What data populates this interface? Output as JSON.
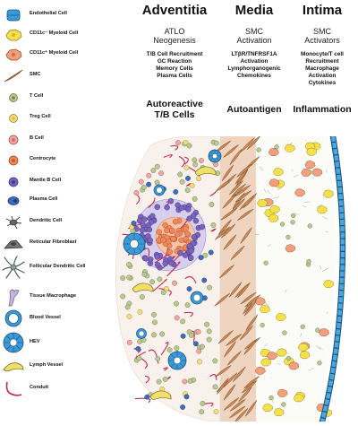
{
  "legend": [
    {
      "icon": "endothelial-cell-icon",
      "label": "Endothelial Cell"
    },
    {
      "icon": "cd11c-neg-myeloid-cell-icon",
      "label": "CD11c⁻ Myeloid Cell"
    },
    {
      "icon": "cd11c-pos-myeloid-cell-icon",
      "label": "CD11c⁺ Myeloid Cell"
    },
    {
      "icon": "smc-icon",
      "label": "SMC"
    },
    {
      "icon": "t-cell-icon",
      "label": "T Cell"
    },
    {
      "icon": "treg-cell-icon",
      "label": "Treg Cell"
    },
    {
      "icon": "b-cell-icon",
      "label": "B Cell"
    },
    {
      "icon": "centrocyte-icon",
      "label": "Centrocyte"
    },
    {
      "icon": "mantle-b-cell-icon",
      "label": "Mantle B Cell"
    },
    {
      "icon": "plasma-cell-icon",
      "label": "Plasma Cell"
    },
    {
      "icon": "dendritic-cell-icon",
      "label": "Dendritic Cell"
    },
    {
      "icon": "reticular-fibroblast-icon",
      "label": "Reticular Fibroblast"
    },
    {
      "icon": "follicular-dendritic-cell-icon",
      "label": "Follicular Dendritic Cell"
    },
    {
      "icon": "tissue-macrophage-icon",
      "label": "Tissue Macrophage"
    },
    {
      "icon": "blood-vessel-icon",
      "label": "Blood Vessel"
    },
    {
      "icon": "hev-icon",
      "label": "HEV"
    },
    {
      "icon": "lymph-vessel-icon",
      "label": "Lymph Vessel"
    },
    {
      "icon": "conduit-icon",
      "label": "Conduit"
    }
  ],
  "columns": {
    "adventitia": {
      "title": "Adventitia",
      "subtitle_1": "ATLO",
      "subtitle_2": "Neogenesis",
      "items": [
        "T/B Cell Recruitment",
        "GC Reaction",
        "Memory Cells",
        "Plasma Cells"
      ],
      "summary_1": "Autoreactive",
      "summary_2": "T/B Cells"
    },
    "media": {
      "title": "Media",
      "subtitle_1": "SMC",
      "subtitle_2": "Activation",
      "items": [
        "LTβR/TNFRSF1A",
        "Activation",
        "Lymphorganogenic",
        "Chemokines"
      ],
      "summary_1": "Autoantigen"
    },
    "intima": {
      "title": "Intima",
      "subtitle_1": "SMC",
      "subtitle_2": "Activators",
      "items": [
        "Monocyte/T cell",
        "Recruitment",
        "Macrophage",
        "Activation",
        "Cytokines"
      ],
      "summary_1": "Inflammation"
    }
  },
  "colors": {
    "endothelial": "#3a9ad9",
    "myeloid_neg": "#f3e04a",
    "myeloid_pos": "#f2a07a",
    "smc": "#c98a58",
    "t_cell": "#b9c98f",
    "treg": "#f6dc7a",
    "b_cell": "#f1a7a2",
    "centrocyte": "#f08a5d",
    "mantle_b": "#7a64c0",
    "plasma": "#3e6cc0",
    "conduit": "#c8264f",
    "lymph": "#f0e06a"
  }
}
